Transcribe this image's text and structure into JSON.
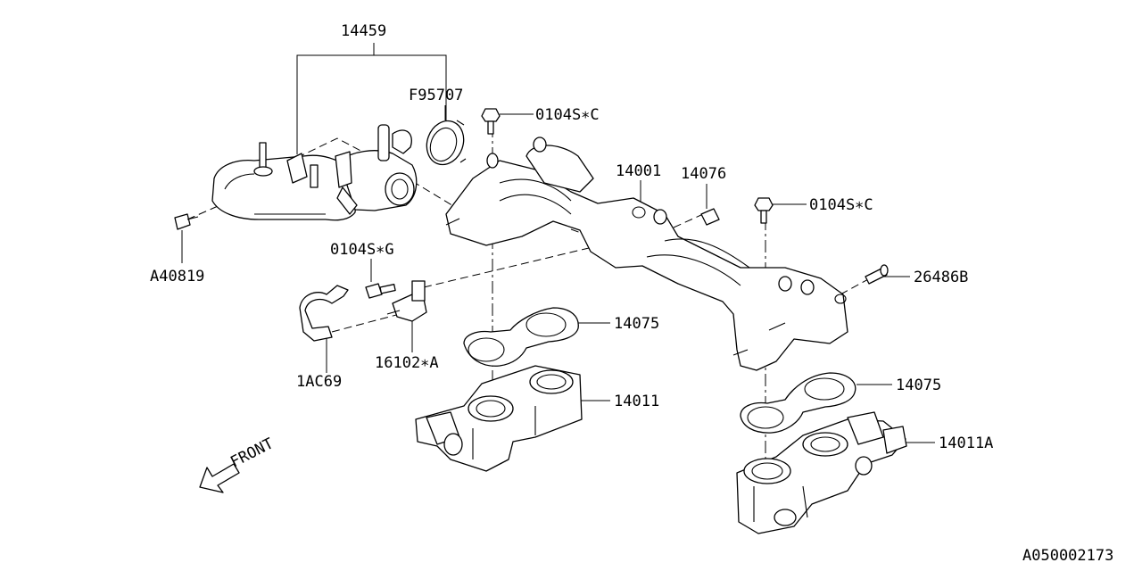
{
  "diagram": {
    "labels": {
      "l14459": "14459",
      "lF95707": "F95707",
      "l0104SC_a": "0104S∗C",
      "l14001": "14001",
      "l14076": "14076",
      "l0104SC_b": "0104S∗C",
      "lA40819": "A40819",
      "l0104SG": "0104S∗G",
      "l26486B": "26486B",
      "l14075_a": "14075",
      "l16102A": "16102∗A",
      "l1AC69": "1AC69",
      "l14011": "14011",
      "l14075_b": "14075",
      "l14011A": "14011A",
      "front": "FRONT"
    },
    "diagram_code": "A050002173"
  }
}
